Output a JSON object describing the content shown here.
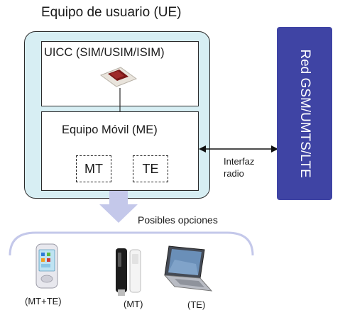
{
  "title": "Equipo de usuario (UE)",
  "uicc": {
    "label": "UICC (SIM/USIM/ISIM)"
  },
  "me": {
    "label": "Equipo Móvil (ME)",
    "mt_label": "MT",
    "te_label": "TE"
  },
  "network": {
    "label": "Red GSM/UMTS/LTE"
  },
  "interface": {
    "line1": "Interfaz",
    "line2": "radio"
  },
  "options": {
    "label": "Posibles opciones",
    "devices": [
      {
        "caption": "(MT+TE)",
        "icon": "pda-phone-icon"
      },
      {
        "caption": "(MT)",
        "icon": "usb-modem-icon"
      },
      {
        "caption": "(TE)",
        "icon": "laptop-icon"
      }
    ]
  },
  "colors": {
    "ue_fill": "#d7eef3",
    "network_fill": "#3f44a4",
    "arrow_fill": "#c4c8ea"
  }
}
